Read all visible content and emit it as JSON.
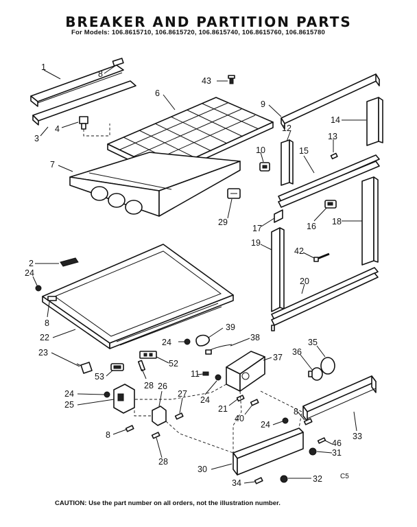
{
  "title": "BREAKER AND PARTITION PARTS",
  "models": "For Models: 106.8615710, 106.8615720, 106.8615740, 106.8615760, 106.8615780",
  "caution": "CAUTION: Use the part number on all orders, not the illustration number.",
  "diagram_code": "C5",
  "callouts": {
    "c1": "1",
    "c8a": "8",
    "c3": "3",
    "c4": "4",
    "c6": "6",
    "c43": "43",
    "c7": "7",
    "c9": "9",
    "c12": "12",
    "c14": "14",
    "c10": "10",
    "c13": "13",
    "c15": "15",
    "c29": "29",
    "c16": "16",
    "c17": "17",
    "c18": "18",
    "c19": "19",
    "c42": "42",
    "c2": "2",
    "c24a": "24",
    "c8b": "8",
    "c20": "20",
    "c22": "22",
    "c39": "39",
    "c38": "38",
    "c24b": "24",
    "c35": "35",
    "c23": "23",
    "c52": "52",
    "c37": "37",
    "c36": "36",
    "c53": "53",
    "c28a": "28",
    "c26": "26",
    "c11": "11",
    "c24c": "24",
    "c24d": "24",
    "c25": "25",
    "c27": "27",
    "c21": "21",
    "c40": "40",
    "c8c": "8",
    "c8d": "8",
    "c24e": "24",
    "c33": "33",
    "c46": "46",
    "c31": "31",
    "c28b": "28",
    "c30": "30",
    "c32": "32",
    "c34": "34"
  }
}
